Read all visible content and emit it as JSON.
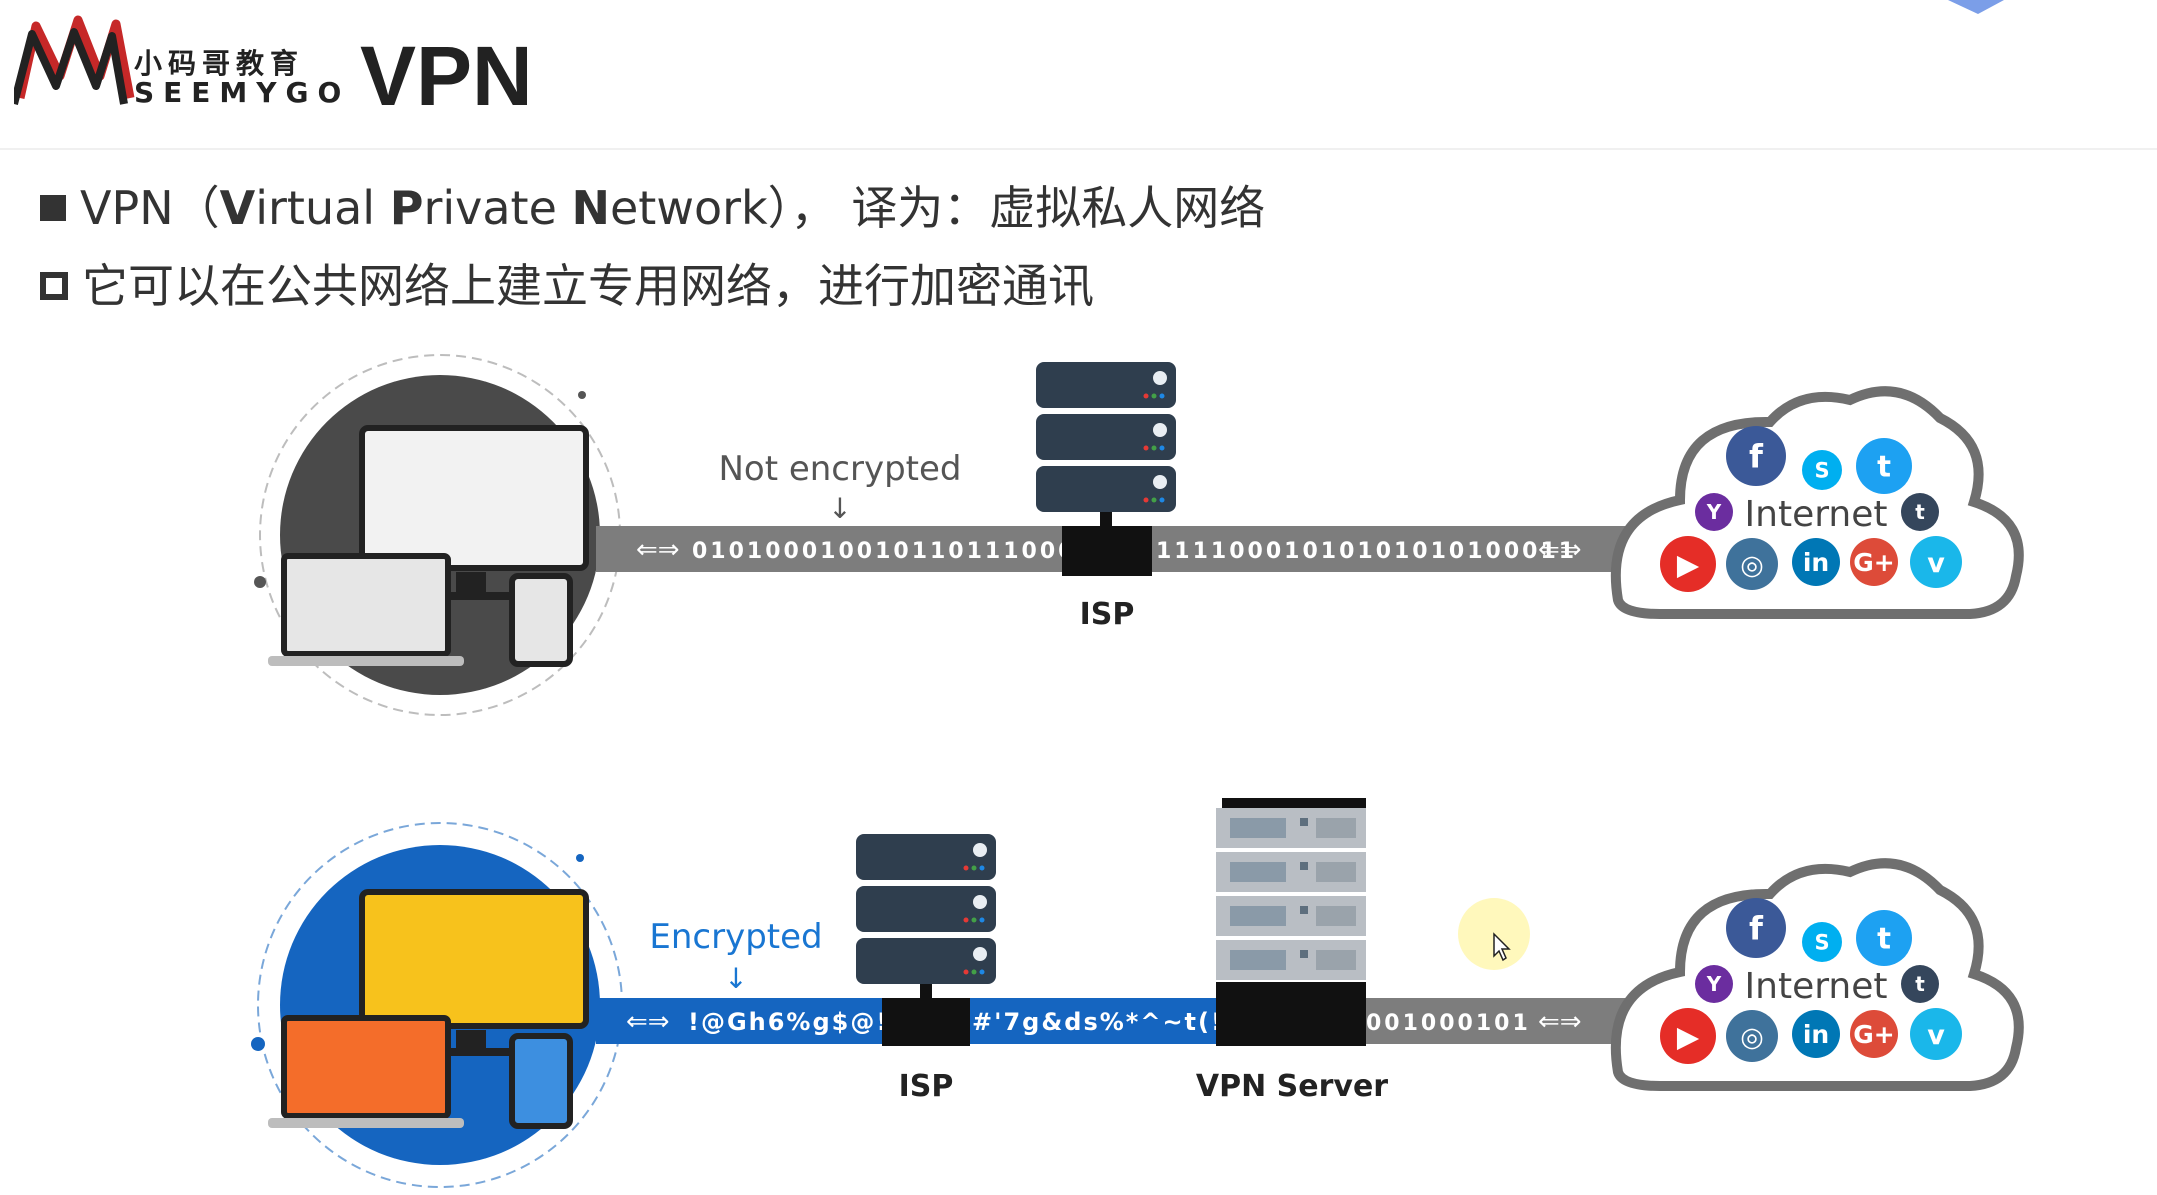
{
  "logo": {
    "cn": "小码哥教育",
    "en": "SEEMYGO"
  },
  "title": "VPN",
  "bullets": {
    "b1": {
      "pre": "VPN（",
      "V": "V",
      "irtual": "irtual ",
      "P": "P",
      "rivate": "rivate ",
      "N": "N",
      "etwork": "etwork）， 译为：虚拟私人网络"
    },
    "b2": "它可以在公共网络上建立专用网络，进行加密通讯"
  },
  "top_row": {
    "annotation": "Not encrypted",
    "bits_left": "0101000100101101110000",
    "bits_right": "11110001010101010100011",
    "isp_label": "ISP",
    "cloud_label": "Internet"
  },
  "bottom_row": {
    "annotation": "Encrypted",
    "cipher_left": "!@Gh6%g$@!",
    "cipher_right": "#'7g&ds%*^~t(!",
    "bits_out": "001000101",
    "isp_label": "ISP",
    "vpn_label": "VPN Server",
    "cloud_label": "Internet"
  },
  "cloud_icons": [
    {
      "name": "facebook-icon",
      "glyph": "f",
      "color": "#3b5998"
    },
    {
      "name": "skype-icon",
      "glyph": "S",
      "color": "#00aff0"
    },
    {
      "name": "twitter-icon",
      "glyph": "t",
      "color": "#1da1f2"
    },
    {
      "name": "yahoo-icon",
      "glyph": "Y",
      "color": "#6b2d9f"
    },
    {
      "name": "tumblr-icon",
      "glyph": "t",
      "color": "#35465c"
    },
    {
      "name": "youtube-icon",
      "glyph": "▶",
      "color": "#e52d27"
    },
    {
      "name": "instagram-icon",
      "glyph": "◎",
      "color": "#3f729b"
    },
    {
      "name": "linkedin-icon",
      "glyph": "in",
      "color": "#0077b5"
    },
    {
      "name": "googleplus-icon",
      "glyph": "G+",
      "color": "#dd4b39"
    },
    {
      "name": "vimeo-icon",
      "glyph": "v",
      "color": "#1ab7ea"
    }
  ],
  "colors": {
    "pipe_gray": "#7d7d7d",
    "pipe_blue": "#1565c0",
    "server_dark": "#2f3e4e",
    "monitor_yellow": "#f7c21c",
    "laptop_orange": "#f46d2a"
  }
}
